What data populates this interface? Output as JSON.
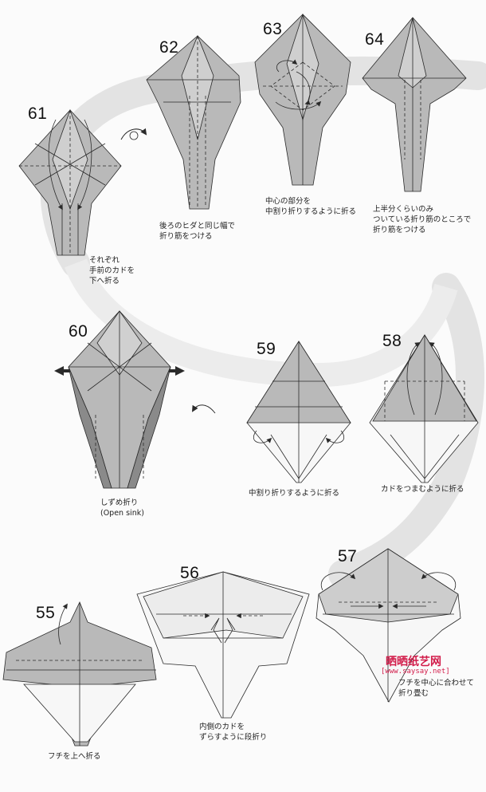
{
  "steps": [
    {
      "id": "step-61",
      "number": "61",
      "caption": "それぞれ\n手前のカドを\n下へ折る"
    },
    {
      "id": "step-62",
      "number": "62",
      "caption": "後ろのヒダと同じ幅で\n折り筋をつける"
    },
    {
      "id": "step-63",
      "number": "63",
      "caption": "中心の部分を\n中割り折りするように折る"
    },
    {
      "id": "step-64",
      "number": "64",
      "caption": "上半分くらいのみ\nついている折り筋のところで\n折り筋をつける"
    },
    {
      "id": "step-60",
      "number": "60",
      "caption": "しずめ折り\n(Open sink)"
    },
    {
      "id": "step-59",
      "number": "59",
      "caption": "中割り折りするように折る"
    },
    {
      "id": "step-58",
      "number": "58",
      "caption": "カドをつまむように折る"
    },
    {
      "id": "step-55",
      "number": "55",
      "caption": "フチを上へ折る"
    },
    {
      "id": "step-56",
      "number": "56",
      "caption": "内側のカドを\nずらすように段折り"
    },
    {
      "id": "step-57",
      "number": "57",
      "caption": "フチを中心に合わせて\n折り畳む"
    }
  ],
  "watermark": {
    "title": "晒晒纸艺网",
    "url": "[www.saysay.net]"
  },
  "colors": {
    "paper": "#b9b9b9",
    "paper_light": "#f7f7f7",
    "paper_dark": "#8a8a8a",
    "line": "#2a2a2a",
    "path": "#e3e3e3",
    "accent": "#d21c4a"
  }
}
